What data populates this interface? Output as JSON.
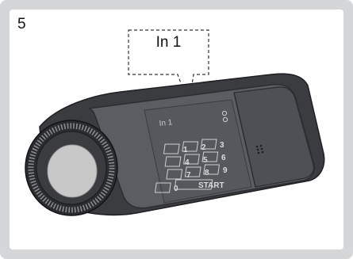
{
  "step": {
    "number": "5"
  },
  "callout": {
    "text": "In 1"
  },
  "lock": {
    "display_label": "In 1",
    "keypad": {
      "row1": [
        "1",
        "2",
        "3"
      ],
      "row2": [
        "4",
        "5",
        "6"
      ],
      "row3": [
        "7",
        "8",
        "9"
      ],
      "row4_zero": "0",
      "row4_start": "START"
    }
  },
  "colors": {
    "frame": "#d4d6d8",
    "lock_body": "#5a5d61",
    "knob": "#c8c8c8"
  }
}
